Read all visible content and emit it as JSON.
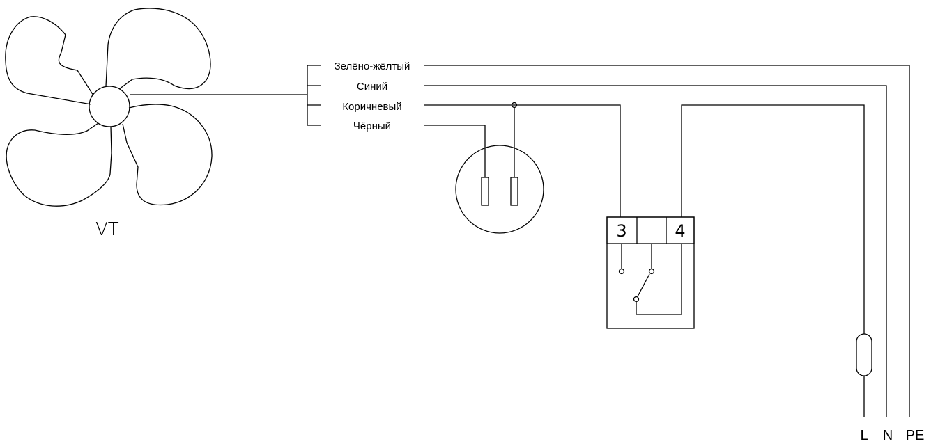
{
  "fan": {
    "label": "VT"
  },
  "wires": [
    {
      "label": "Зелёно-жёлтый"
    },
    {
      "label": "Синий"
    },
    {
      "label": "Коричневый"
    },
    {
      "label": "Чёрный"
    }
  ],
  "switch": {
    "terminal_left": "3",
    "terminal_right": "4"
  },
  "supply": {
    "l": "L",
    "n": "N",
    "pe": "PE"
  }
}
